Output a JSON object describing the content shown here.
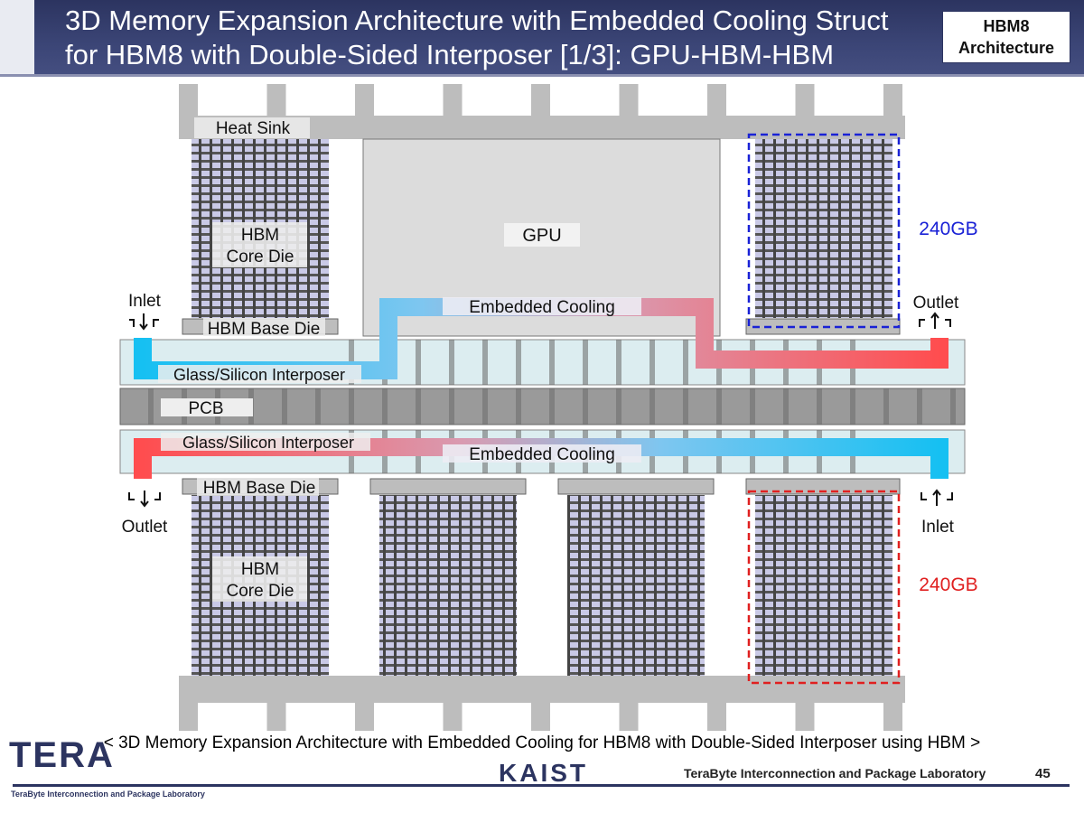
{
  "header": {
    "title_line1": "3D Memory Expansion Architecture with Embedded Cooling Struct",
    "title_line2": "for HBM8 with Double-Sided Interposer [1/3]: GPU-HBM-HBM",
    "badge_line1": "HBM8",
    "badge_line2": "Architecture"
  },
  "diagram": {
    "labels": {
      "heat_sink": "Heat Sink",
      "hbm_core_die_line1": "HBM",
      "hbm_core_die_line2": "Core Die",
      "gpu": "GPU",
      "embedded_cooling": "Embedded Cooling",
      "hbm_base_die": "HBM Base Die",
      "glass_silicon_interposer": "Glass/Silicon Interposer",
      "pcb": "PCB",
      "inlet": "Inlet",
      "outlet": "Outlet"
    },
    "capacity_top": "240GB",
    "capacity_bottom": "240GB",
    "colors": {
      "heatsink": "#bdbdbd",
      "gpu": "#dcdcdc",
      "interposer": "#dcedf0",
      "pcb": "#9a9a9a",
      "cold_fluid": "#16c0f2",
      "hot_fluid": "#ff4d4f",
      "capacity_top": "#1a22d6",
      "capacity_bottom": "#e02020"
    }
  },
  "caption": "< 3D Memory Expansion Architecture with Embedded Cooling for HBM8 with Double-Sided Interposer using HBM >",
  "footer": {
    "lab_name": "TeraByte Interconnection and Package Laboratory",
    "page_number": "45",
    "logo_left_text": "TERA",
    "logo_left_sub": "TeraByte Interconnection and Package Laboratory",
    "logo_mid_text": "KAIST"
  }
}
